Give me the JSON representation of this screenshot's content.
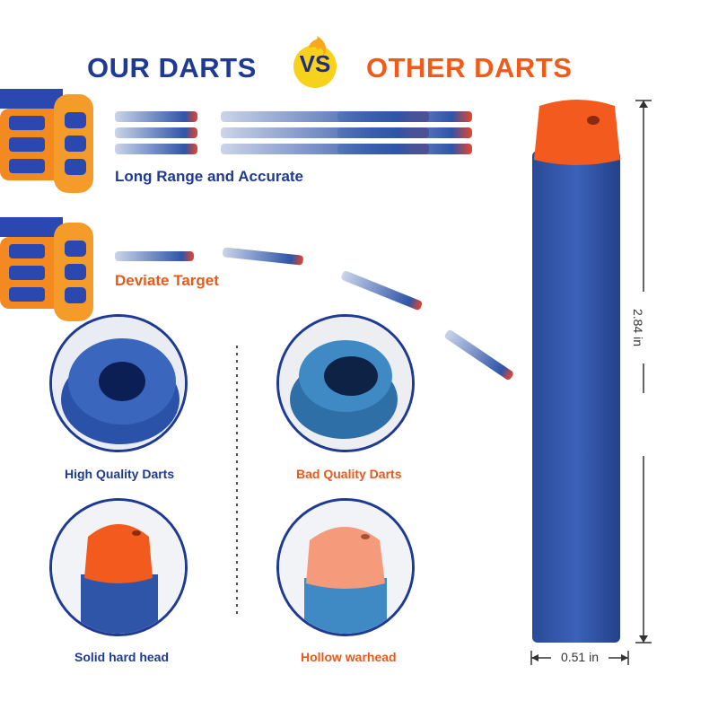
{
  "header": {
    "left_title": "OUR DARTS",
    "vs_label": "VS",
    "right_title": "OTHER DARTS"
  },
  "comparison": {
    "ours_caption": "Long Range and Accurate",
    "other_caption": "Deviate Target"
  },
  "close_ups": {
    "top_left_label": "High Quality Darts",
    "top_right_label": "Bad Quality Darts",
    "bottom_left_label": "Solid hard head",
    "bottom_right_label": "Hollow warhead"
  },
  "dimensions": {
    "length": "2.84 in",
    "width": "0.51 in"
  },
  "colors": {
    "brand_blue": "#1f3a93",
    "accent_orange": "#f05a1a",
    "foam_blue": "#2f55a8",
    "tip_orange": "#f25a1e",
    "blaster_orange": "#f48a1f"
  }
}
